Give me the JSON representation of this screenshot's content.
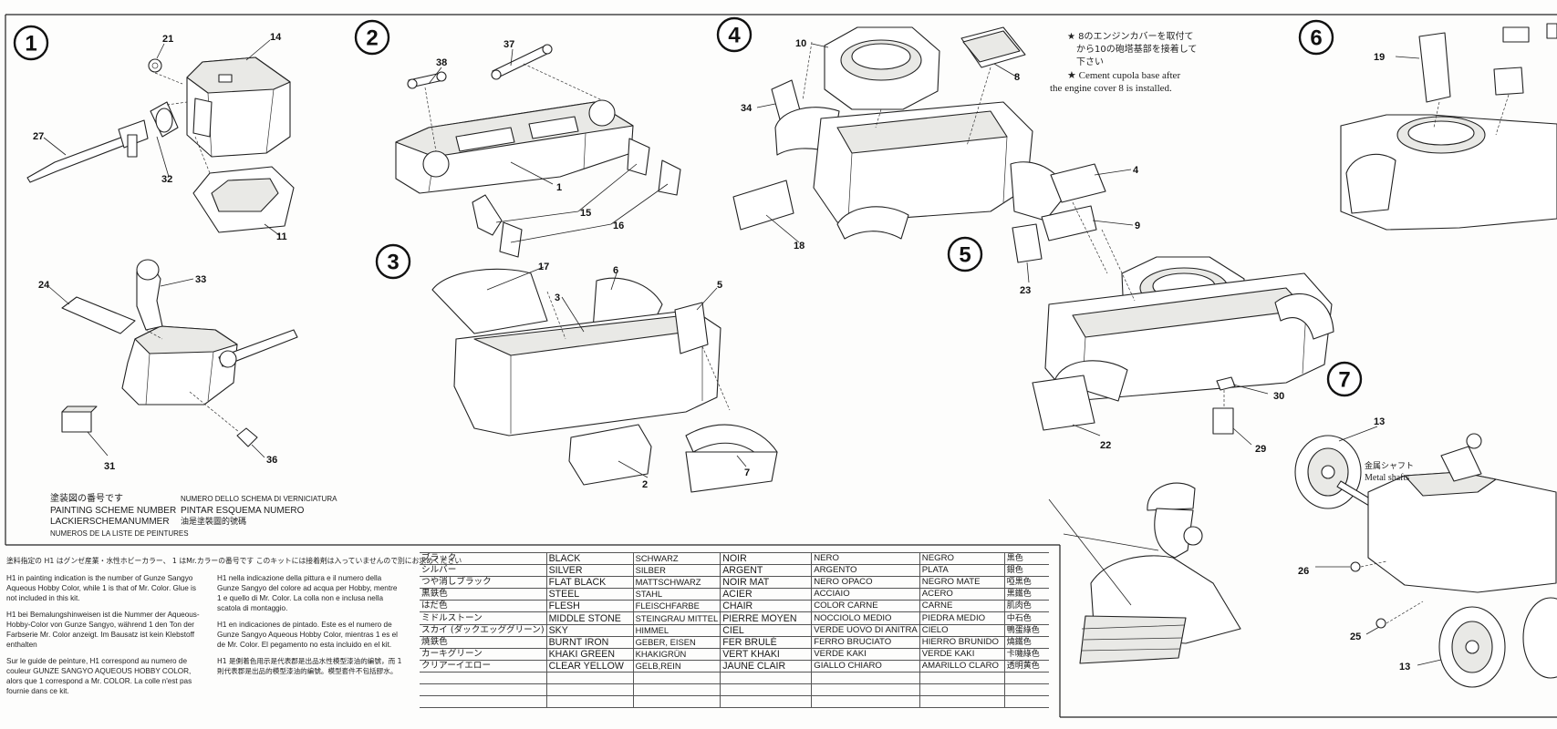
{
  "steps": [
    "1",
    "2",
    "3",
    "4",
    "5",
    "6",
    "7"
  ],
  "part_numbers": [
    "21",
    "14",
    "27",
    "32",
    "11",
    "33",
    "24",
    "31",
    "36",
    "38",
    "37",
    "1",
    "15",
    "16",
    "17",
    "6",
    "3",
    "5",
    "2",
    "7",
    "10",
    "8",
    "34",
    "18",
    "4",
    "9",
    "23",
    "30",
    "22",
    "29",
    "19",
    "13",
    "26",
    "25",
    "13"
  ],
  "callouts": {
    "cupola_note_ja_1": "8のエンジンカバーを取付て",
    "cupola_note_ja_2": "から10の砲塔基部を接着して",
    "cupola_note_ja_3": "下さい",
    "cupola_note_en_1": "Cement cupola base after",
    "cupola_note_en_2": "the engine cover 8 is installed.",
    "metal_shaft_ja": "金属シャフト",
    "metal_shaft_en": "Metal shafts"
  },
  "painting_scheme": {
    "ja": "塗装図の番号です",
    "en": "PAINTING SCHEME NUMBER",
    "de": "LACKIERSCHEMANUMMER",
    "fr": "NUMEROS DE LA LISTE DE PEINTURES",
    "it": "NUMERO DELLO SCHEMA DI VERNICIATURA",
    "es": "PINTAR ESQUEMA NUMERO",
    "zh": "油是塗裝圖的號碼"
  },
  "explanations": {
    "ja": "塗料指定の H1 はグンゼ産業・水性ホビーカラー、 1 はMr.カラーの番号です このキットには接着剤は入っていませんので別にお求めください",
    "en": "H1 in painting indication is the number of Gunze Sangyo Aqueous Hobby Color, while 1 is that of Mr. Color. Glue is not included in this kit.",
    "de": "H1 bei Bemalungshinweisen ist die Nummer der Aqueous-Hobby-Color von Gunze Sangyo, während 1 den Ton der Farbserie Mr. Color anzeigt. Im Bausatz ist kein Klebstoff enthalten",
    "fr": "Sur le guide de peinture, H1 correspond au numero de couleur GUNZE SANGYO AQUEOUS HOBBY COLOR, alors que 1 correspond a Mr. COLOR. La colle n'est pas fournie dans ce kit.",
    "it": "H1 nella indicazione della pittura e il numero della Gunze Sangyo del colore ad acqua per Hobby, mentre 1 e quello di Mr. Color. La colla non e inclusa nella scatola di montaggio.",
    "es": "H1 en indicaciones de pintado. Este es el numero de Gunze Sangyo Aqueous Hobby Color, mientras 1 es el de Mr. Color. El pegamento no esta incluido en el kit.",
    "zh": "H1 是側着色用示是代表郡是出品水性模型漆油的編號，而 1 則代表郡是出品的模型漆油的編號。模型套件不包括膠水。"
  },
  "colors": [
    {
      "ja": "ブラック",
      "en": "BLACK",
      "de": "SCHWARZ",
      "fr": "NOIR",
      "it": "NERO",
      "es": "NEGRO",
      "zh": "黒色"
    },
    {
      "ja": "シルバー",
      "en": "SILVER",
      "de": "SILBER",
      "fr": "ARGENT",
      "it": "ARGENTO",
      "es": "PLATA",
      "zh": "銀色"
    },
    {
      "ja": "つや消しブラック",
      "en": "FLAT BLACK",
      "de": "MATTSCHWARZ",
      "fr": "NOIR MAT",
      "it": "NERO OPACO",
      "es": "NEGRO MATE",
      "zh": "啞黒色"
    },
    {
      "ja": "黒鉄色",
      "en": "STEEL",
      "de": "STAHL",
      "fr": "ACIER",
      "it": "ACCIAIO",
      "es": "ACERO",
      "zh": "黒鐵色"
    },
    {
      "ja": "はだ色",
      "en": "FLESH",
      "de": "FLEISCHFARBE",
      "fr": "CHAIR",
      "it": "COLOR CARNE",
      "es": "CARNE",
      "zh": "肌肉色"
    },
    {
      "ja": "ミドルストーン",
      "en": "MIDDLE STONE",
      "de": "STEINGRAU MITTEL",
      "fr": "PIERRE MOYEN",
      "it": "NOCCIOLO MEDIO",
      "es": "PIEDRA MEDIO",
      "zh": "中石色"
    },
    {
      "ja": "スカイ (ダックエッググリーン)",
      "en": "SKY",
      "de": "HIMMEL",
      "fr": "CIEL",
      "it": "VERDE UOVO DI ANITRA",
      "es": "CIELO",
      "zh": "鴨蛋綠色"
    },
    {
      "ja": "焼鉄色",
      "en": "BURNT IRON",
      "de": "GEBER, EISEN",
      "fr": "FER BRULÉ",
      "it": "FERRO BRUCIATO",
      "es": "HIERRO BRUNIDO",
      "zh": "燒鐵色"
    },
    {
      "ja": "カーキグリーン",
      "en": "KHAKI GREEN",
      "de": "KHAKIGRÜN",
      "fr": "VERT KHAKI",
      "it": "VERDE KAKI",
      "es": "VERDE KAKI",
      "zh": "卡嘰綠色"
    },
    {
      "ja": "クリアーイエロー",
      "en": "CLEAR YELLOW",
      "de": "GELB,REIN",
      "fr": "JAUNE CLAIR",
      "it": "GIALLO CHIARO",
      "es": "AMARILLO CLARO",
      "zh": "透明黄色"
    },
    {
      "ja": "",
      "en": "",
      "de": "",
      "fr": "",
      "it": "",
      "es": "",
      "zh": ""
    },
    {
      "ja": "",
      "en": "",
      "de": "",
      "fr": "",
      "it": "",
      "es": "",
      "zh": ""
    },
    {
      "ja": "",
      "en": "",
      "de": "",
      "fr": "",
      "it": "",
      "es": "",
      "zh": ""
    }
  ]
}
